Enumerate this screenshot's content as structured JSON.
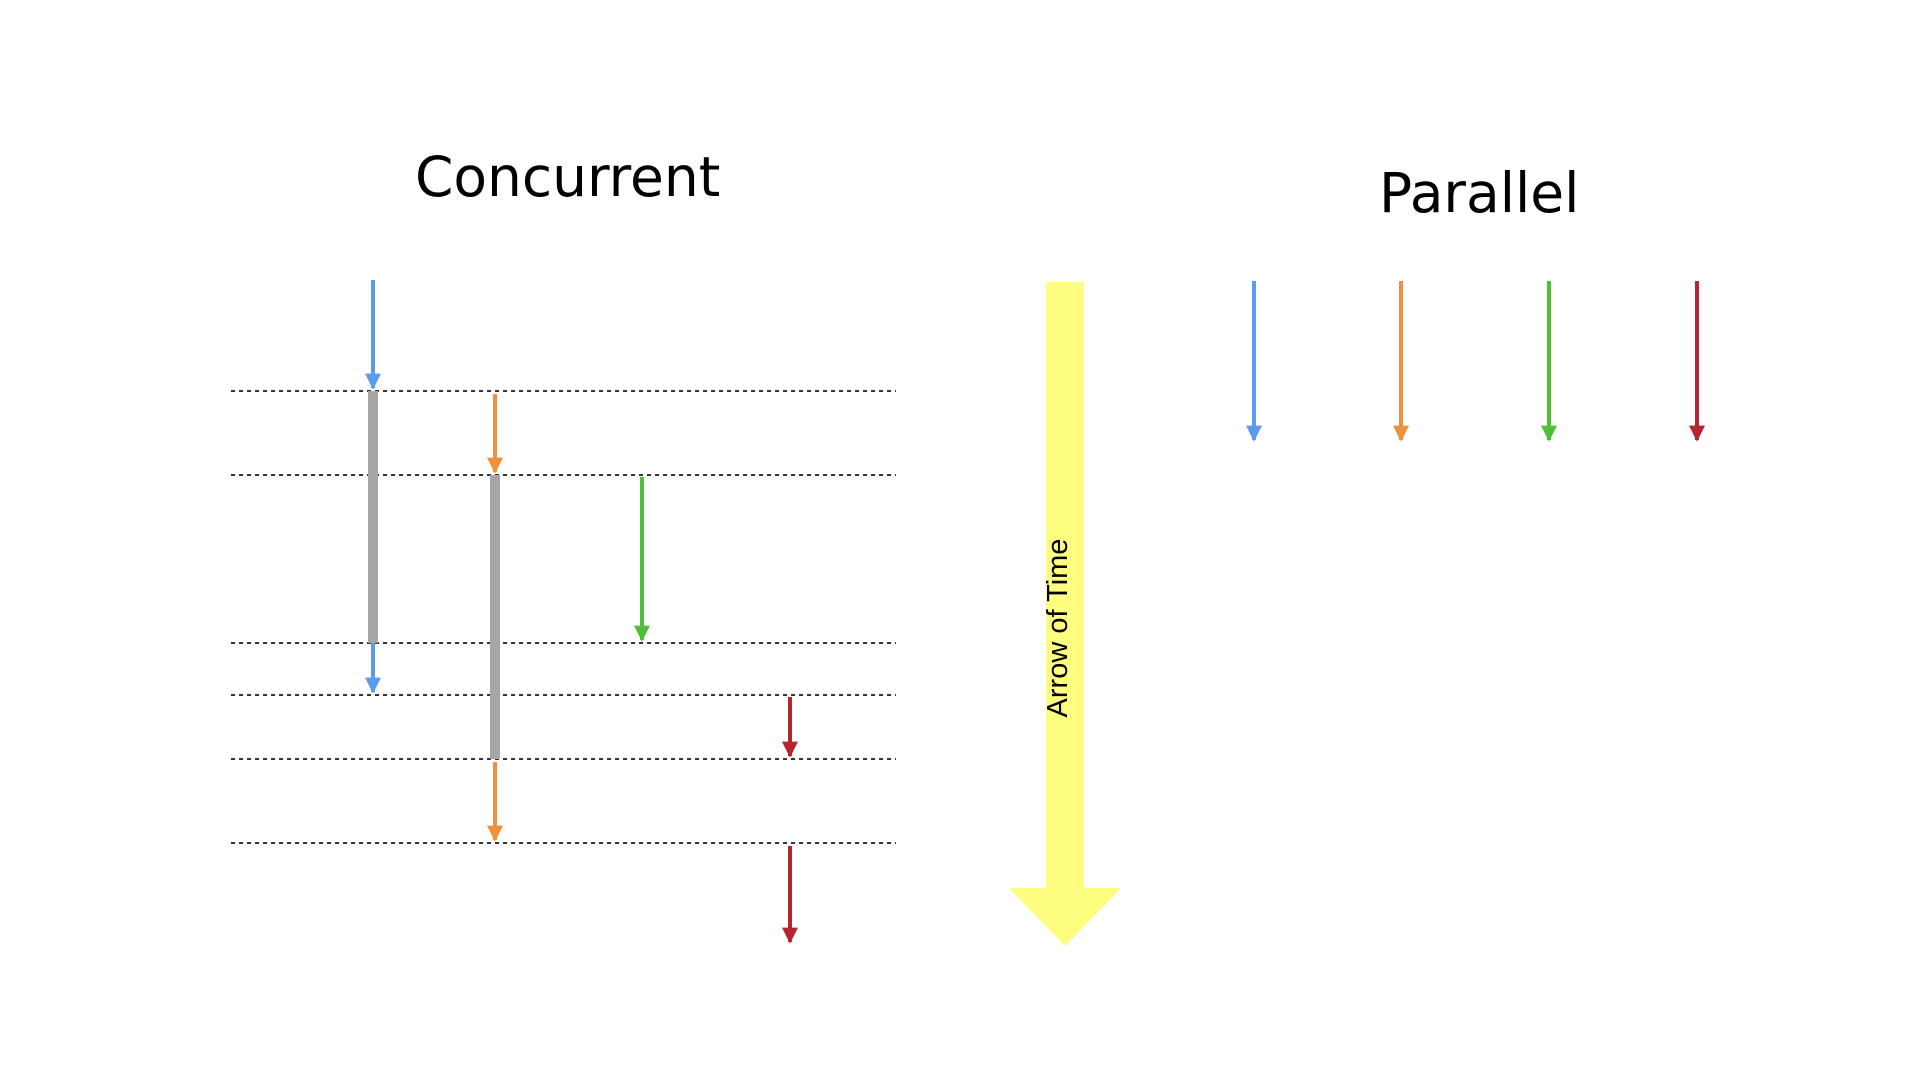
{
  "concurrent": {
    "title": "Concurrent"
  },
  "parallel": {
    "title": "Parallel"
  },
  "time_arrow": {
    "label": "Arrow of Time",
    "color": "#fdfd80"
  },
  "colors": {
    "blue": "#5b9bf0",
    "orange": "#f0903a",
    "green": "#4fc035",
    "red": "#b52530",
    "gray": "#a6a6a6",
    "dotted_line": "#333333"
  },
  "icons": {
    "thread_arrow": "down-arrow",
    "time_arrow": "big-down-arrow"
  }
}
